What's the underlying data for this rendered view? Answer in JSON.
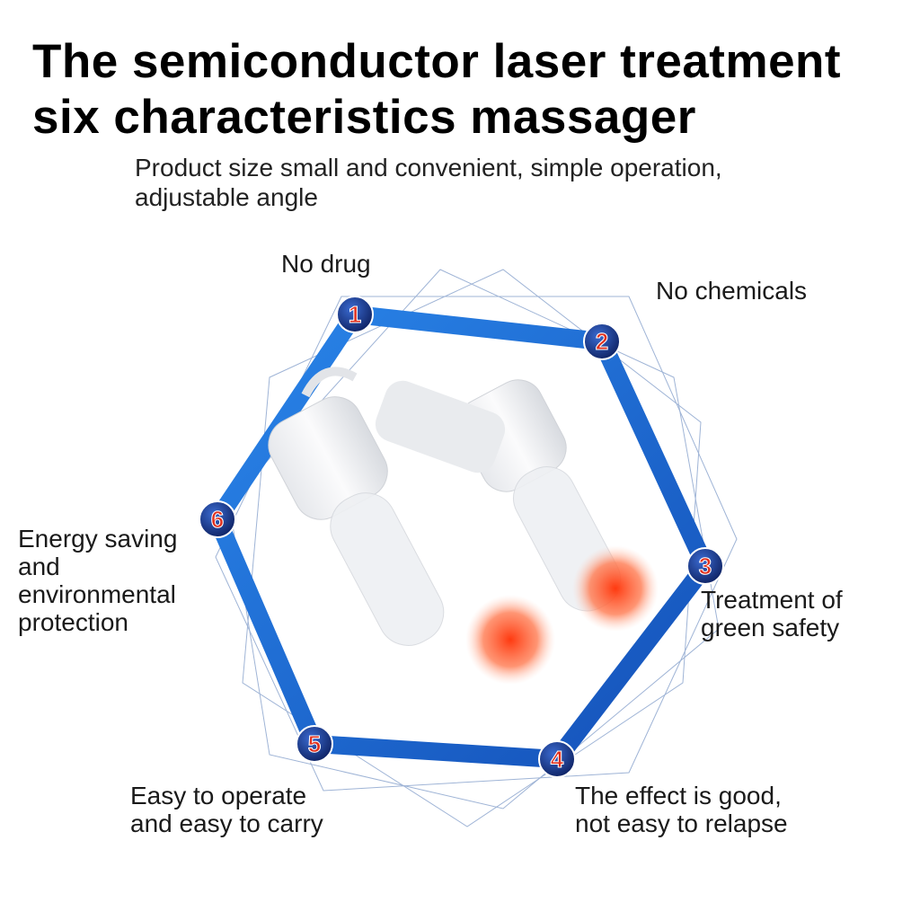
{
  "title_line1": "The semiconductor laser treatment",
  "title_line2": "six characteristics massager",
  "subtitle_line1": "Product size small and convenient, simple operation,",
  "subtitle_line2": "adjustable angle",
  "features": [
    {
      "number": "1",
      "label_lines": [
        "No drug"
      ]
    },
    {
      "number": "2",
      "label_lines": [
        "No chemicals"
      ]
    },
    {
      "number": "3",
      "label_lines": [
        "Treatment of",
        "green safety"
      ]
    },
    {
      "number": "4",
      "label_lines": [
        "The effect is good,",
        "not easy to relapse"
      ]
    },
    {
      "number": "5",
      "label_lines": [
        "Easy to operate",
        "and easy to carry"
      ]
    },
    {
      "number": "6",
      "label_lines": [
        "Energy saving",
        "and",
        "environmental",
        "protection"
      ]
    }
  ],
  "colors": {
    "hexagon": "#1f6fd6",
    "badge": "#12307a",
    "badge_number": "#e0301e",
    "glow": "#ff5a2a"
  }
}
